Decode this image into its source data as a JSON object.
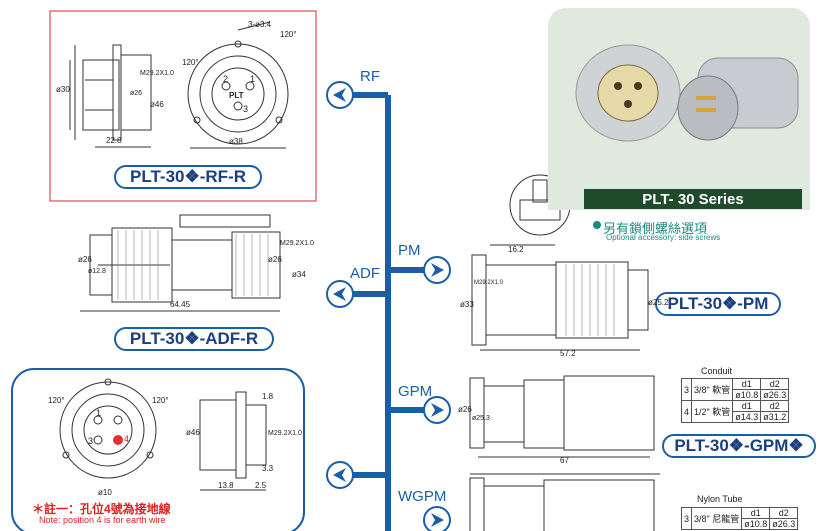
{
  "colors": {
    "accent": "#1b5ea8",
    "red_frame": "#e04a55",
    "note": "#d22222",
    "banner": "#1f4a2c",
    "teal": "#1a8a80"
  },
  "branches": {
    "rf": "RF",
    "pm": "PM",
    "adf": "ADF",
    "gpm": "GPM",
    "wgpm": "WGPM"
  },
  "models": {
    "rf": "PLT-30❖-RF-R",
    "adf": "PLT-30❖-ADF-R",
    "pm": "PLT-30❖-PM",
    "gpm": "PLT-30❖-GPM❖"
  },
  "series_title": "PLT- 30 Series",
  "option": {
    "zh": "另有鎖側螺絲選項",
    "en": "Optional accessory: side screws"
  },
  "note": {
    "zh": "＊註一：孔位4號為接地線",
    "en": "Note: position 4 is for earth wire"
  },
  "conduit": {
    "title": "Conduit",
    "rows": [
      {
        "no": "3",
        "size": "3/8\" 軟管",
        "d1": "d1",
        "d2": "d2",
        "v1": "ø10.8",
        "v2": "ø26.3"
      },
      {
        "no": "4",
        "size": "1/2\" 軟管",
        "d1": "d1",
        "d2": "d2",
        "v1": "ø14.3",
        "v2": "ø31.2"
      }
    ]
  },
  "nylon": {
    "title": "Nylon Tube",
    "rows": [
      {
        "no": "3",
        "size": "3/8\" 尼龍管",
        "d1": "d1",
        "d2": "d2",
        "v1": "ø10.8",
        "v2": "ø26.3"
      }
    ]
  },
  "dims": {
    "rf": [
      "22.8",
      "ø38",
      "120°",
      "120°",
      "3-ø3.4",
      "ø30",
      "ø46",
      "M29.2X1.0",
      "ø26"
    ],
    "adf": [
      "64.45",
      "ø26",
      "ø12.8",
      "ø26",
      "M29.2X1.0",
      "ø34"
    ],
    "pm": [
      "16.2",
      "57.2",
      "ø33",
      "M29.2X1.0",
      "ø25.2"
    ],
    "gpm": [
      "67",
      "ø26",
      "ø25.3"
    ],
    "bottom": [
      "120°",
      "120°",
      "1.8",
      "13.8",
      "2.5",
      "3.3",
      "ø10",
      "ø46",
      "M29.2X1.0"
    ]
  },
  "pin_labels": [
    "2",
    "1",
    "3",
    "1",
    "3",
    "4"
  ],
  "logo": "PLT"
}
